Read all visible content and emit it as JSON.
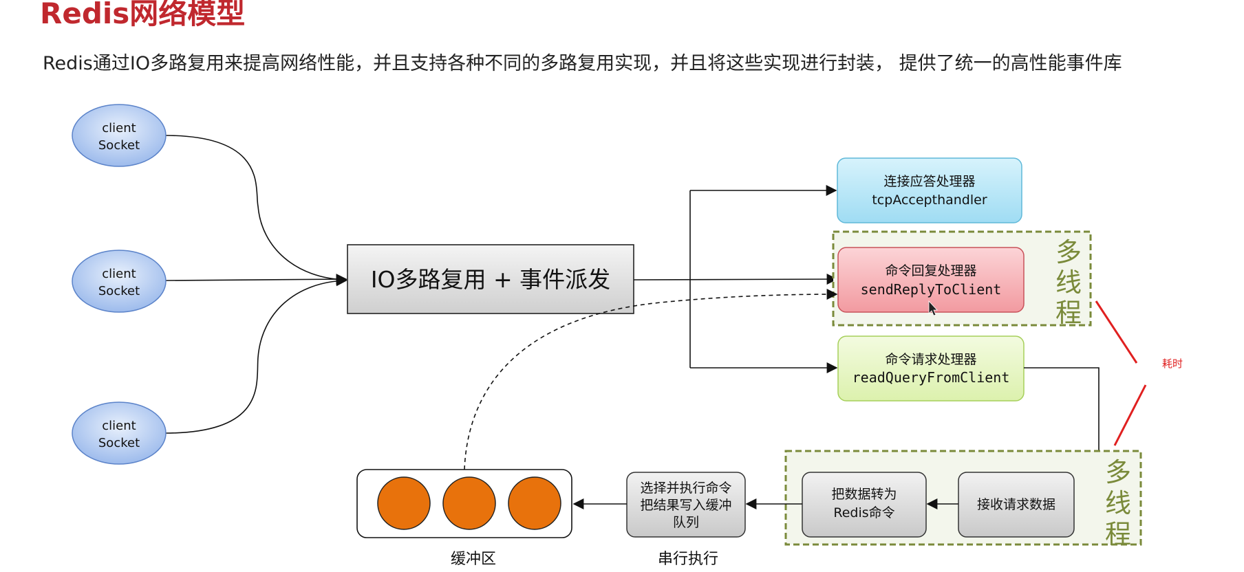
{
  "header": {
    "title": "Redis网络模型",
    "subtitle": "Redis通过IO多路复用来提高网络性能，并且支持各种不同的多路复用实现，并且将这些实现进行封装， 提供了统一的高性能事件库"
  },
  "clients": [
    {
      "line1": "client",
      "line2": "Socket"
    },
    {
      "line1": "client",
      "line2": "Socket"
    },
    {
      "line1": "client",
      "line2": "Socket"
    }
  ],
  "io_box": {
    "label": "IO多路复用 + 事件派发"
  },
  "handlers": {
    "accept": {
      "line1": "连接应答处理器",
      "line2": "tcpAccepthandler"
    },
    "reply": {
      "line1": "命令回复处理器",
      "line2": "sendReplyToClient"
    },
    "query": {
      "line1": "命令请求处理器",
      "line2": "readQueryFromClient"
    }
  },
  "multithread_label": [
    "多",
    "线",
    "程"
  ],
  "annotation": {
    "label": "耗时"
  },
  "pipeline": {
    "receive": {
      "label": "接收请求数据"
    },
    "convert": {
      "line1": "把数据转为",
      "line2": "Redis命令"
    },
    "execute": {
      "line1": "选择并执行命令",
      "line2": "把结果写入缓冲",
      "line3": "队列"
    }
  },
  "captions": {
    "buffer": "缓冲区",
    "serial": "串行执行"
  },
  "colors": {
    "title": "#c0282e",
    "client_fill": "#a9c4ee",
    "accept_fill": "#aee6f7",
    "reply_fill": "#f5a3a8",
    "query_fill": "#e6f7bf",
    "buffer_ball": "#e8720c",
    "dashed_border": "#7a8a3a",
    "annotation_line": "#e02020"
  }
}
